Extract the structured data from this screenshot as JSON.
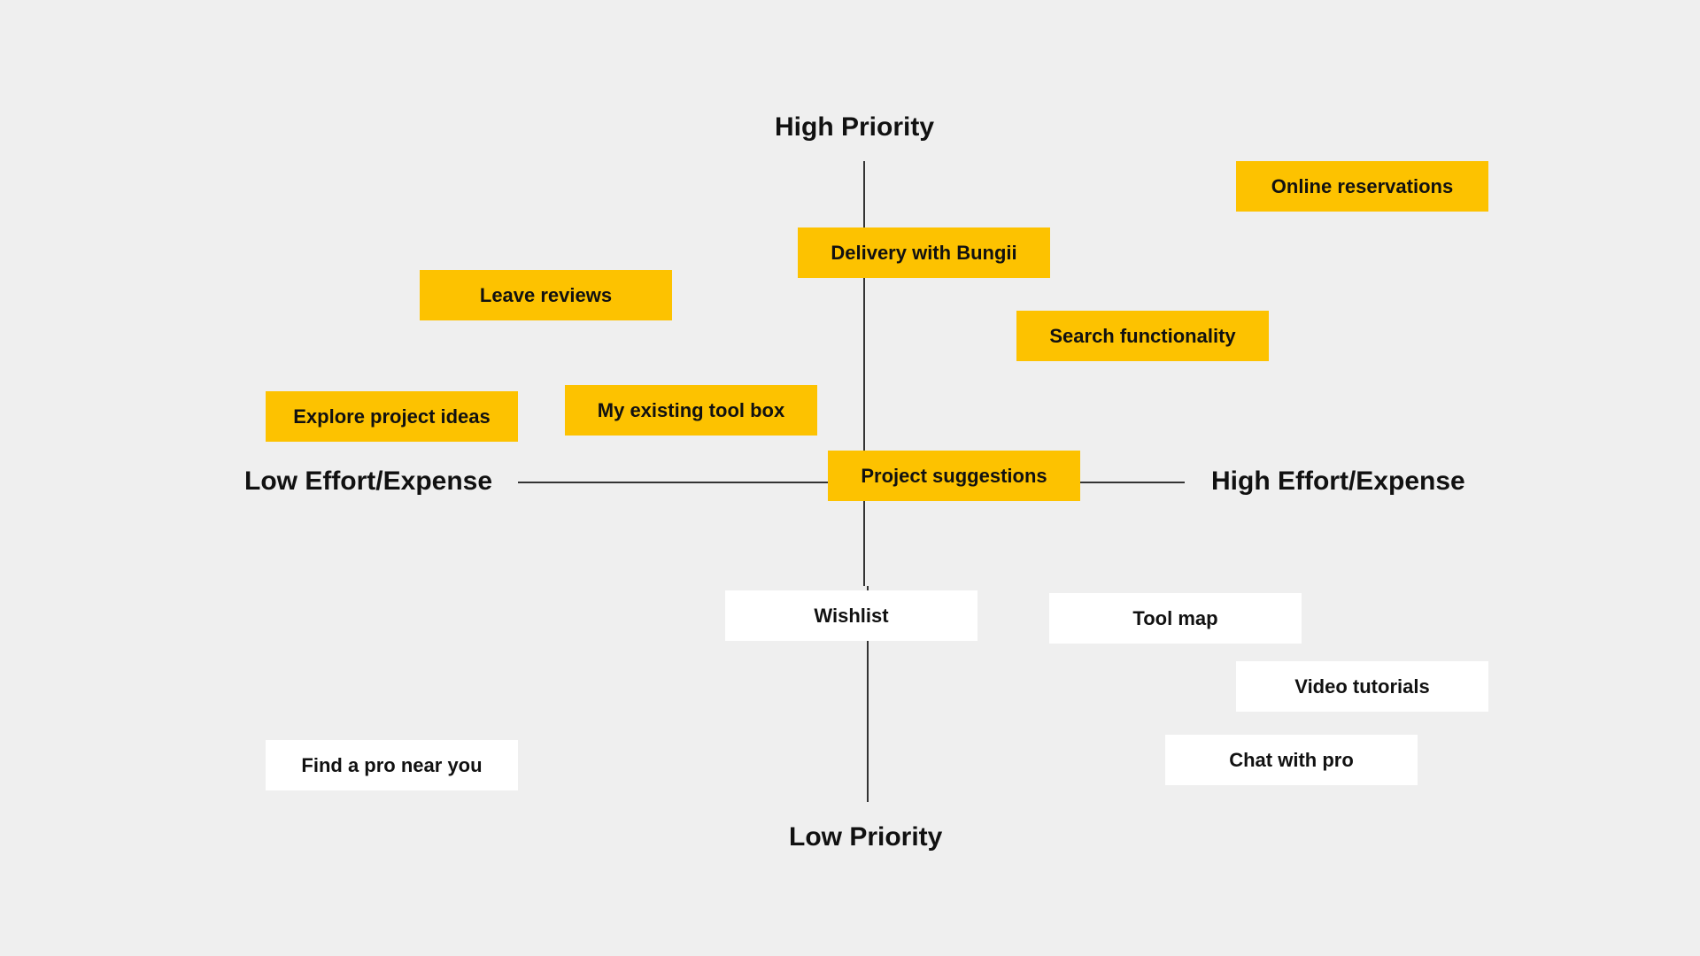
{
  "axes": {
    "top": "High Priority",
    "bottom": "Low Priority",
    "left": "Low Effort/Expense",
    "right": "High Effort/Expense"
  },
  "colors": {
    "background": "#efefef",
    "highlighted_note": "#fdc200",
    "plain_note": "#ffffff",
    "axis": "#333333"
  },
  "notes": {
    "online_reservations": "Online reservations",
    "delivery_with_bungii": "Delivery with Bungii",
    "leave_reviews": "Leave reviews",
    "search_functionality": "Search functionality",
    "explore_project_ideas": "Explore project ideas",
    "my_existing_tool_box": "My existing tool box",
    "project_suggestions": "Project suggestions",
    "wishlist": "Wishlist",
    "tool_map": "Tool map",
    "video_tutorials": "Video tutorials",
    "find_a_pro_near_you": "Find a pro near you",
    "chat_with_pro": "Chat with pro"
  }
}
